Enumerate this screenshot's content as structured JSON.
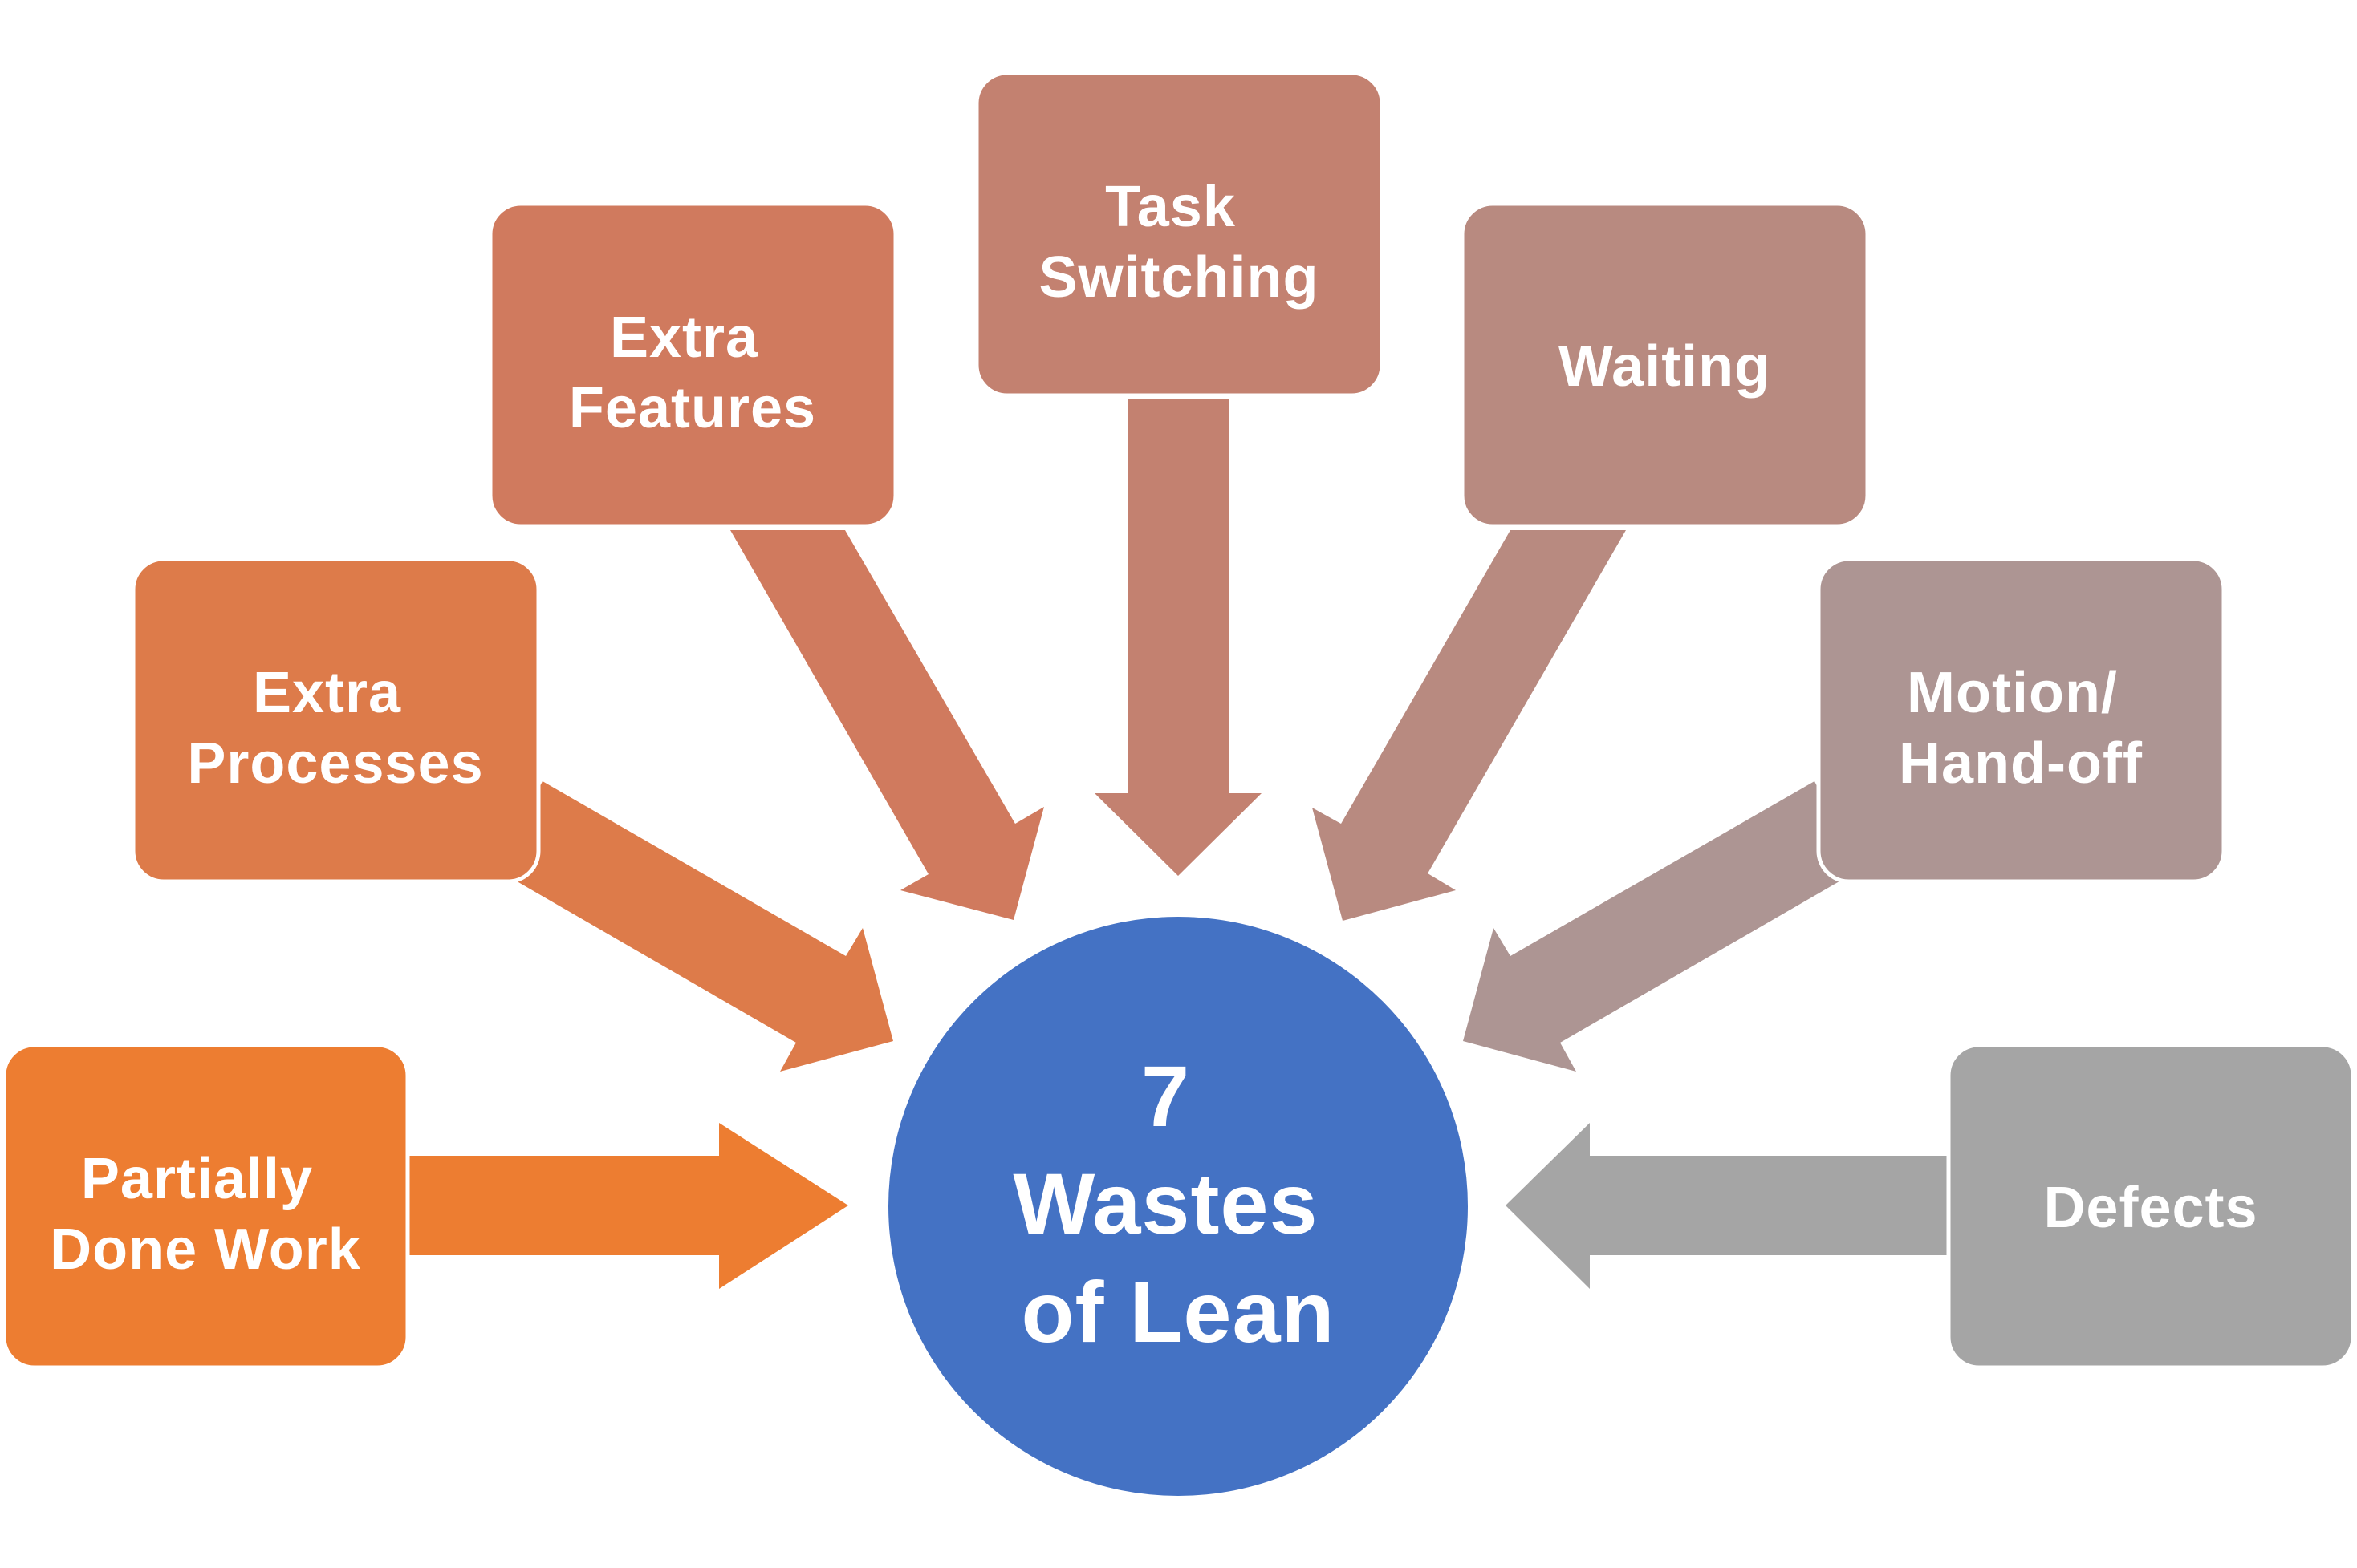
{
  "diagram": {
    "title": "7 Wastes of Lean",
    "center": {
      "lines": [
        "7",
        "Wastes",
        "of Lean"
      ],
      "color": "#4472C4"
    },
    "wastes": [
      {
        "id": "partially-done-work",
        "lines": [
          "Partially",
          "Done Work"
        ],
        "color": "#ED7D31"
      },
      {
        "id": "extra-processes",
        "lines": [
          "Extra",
          "Processes"
        ],
        "color": "#DD7B4A"
      },
      {
        "id": "extra-features",
        "lines": [
          "Extra",
          "Features"
        ],
        "color": "#D07A5E"
      },
      {
        "id": "task-switching",
        "lines": [
          "Task",
          "Switching"
        ],
        "color": "#C38170"
      },
      {
        "id": "waiting",
        "lines": [
          "Waiting"
        ],
        "color": "#B88A80"
      },
      {
        "id": "motion-hand-off",
        "lines": [
          "Motion/",
          "Hand-off"
        ],
        "color": "#AD9593"
      },
      {
        "id": "defects",
        "lines": [
          "Defects"
        ],
        "color": "#A5A5A5"
      }
    ],
    "text_color": "#FFFFFF",
    "background": "#FFFFFF"
  }
}
